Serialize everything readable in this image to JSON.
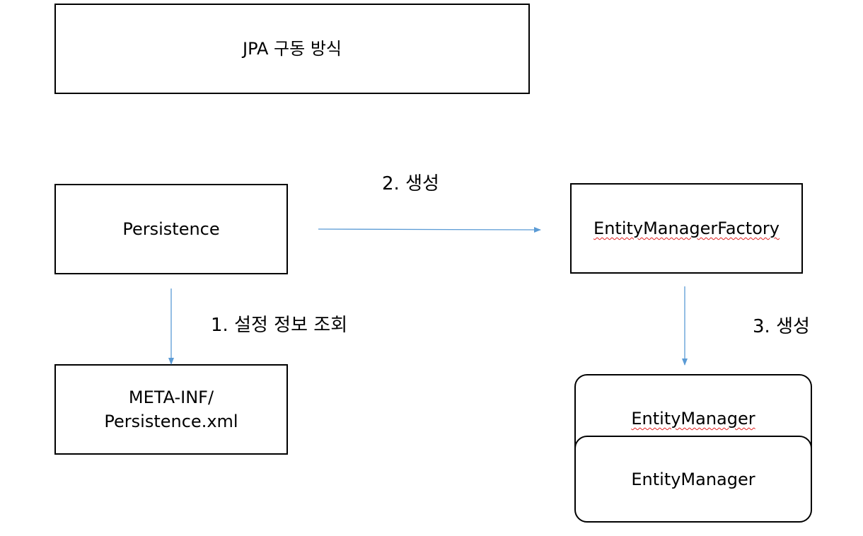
{
  "title": "JPA 구동 방식",
  "nodes": {
    "persistence": "Persistence",
    "config_file": "META-INF/\nPersistence.xml",
    "factory": "EntityManagerFactory",
    "manager_back": "EntityManager",
    "manager_front": "EntityManager"
  },
  "edges": {
    "read_config": "1. 설정 정보 조회",
    "create_factory": "2. 생성",
    "create_manager": "3. 생성"
  },
  "colors": {
    "border": "#000000",
    "arrow": "#5b9bd5",
    "spellcheck": "#e02020"
  }
}
